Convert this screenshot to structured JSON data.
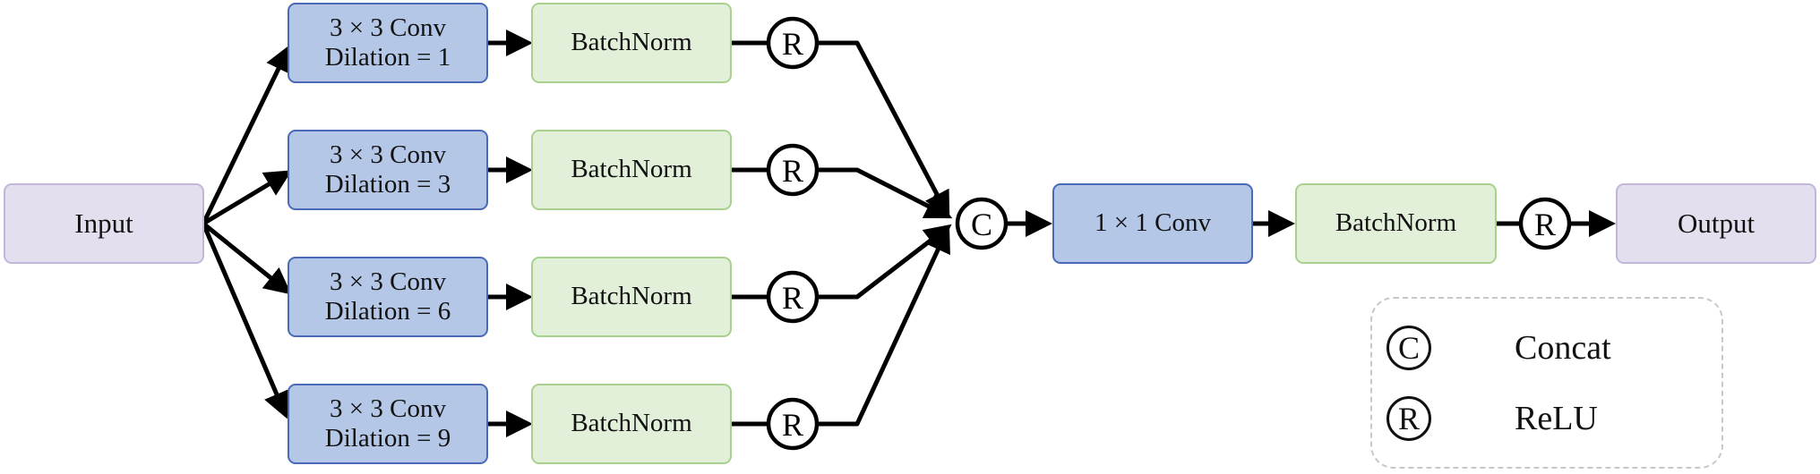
{
  "diagram": {
    "input_label": "Input",
    "branches": [
      {
        "conv_line1": "3 × 3 Conv",
        "conv_line2": "Dilation = 1",
        "norm": "BatchNorm",
        "relu": "R"
      },
      {
        "conv_line1": "3 × 3 Conv",
        "conv_line2": "Dilation = 3",
        "norm": "BatchNorm",
        "relu": "R"
      },
      {
        "conv_line1": "3 × 3 Conv",
        "conv_line2": "Dilation = 6",
        "norm": "BatchNorm",
        "relu": "R"
      },
      {
        "conv_line1": "3 × 3 Conv",
        "conv_line2": "Dilation = 9",
        "norm": "BatchNorm",
        "relu": "R"
      }
    ],
    "concat_symbol": "C",
    "fusion_conv": "1 × 1 Conv",
    "fusion_norm": "BatchNorm",
    "final_relu": "R",
    "output_label": "Output"
  },
  "legend": {
    "items": [
      {
        "symbol": "C",
        "label": "Concat"
      },
      {
        "symbol": "R",
        "label": "ReLU"
      }
    ]
  },
  "colors": {
    "conv_fill": "#b4c7e7",
    "conv_border": "#4a6ab8",
    "norm_fill": "#e2efd9",
    "norm_border": "#a9d18e",
    "io_fill": "#e4dfee",
    "io_border": "#c3b6da",
    "arrow": "#000000"
  }
}
